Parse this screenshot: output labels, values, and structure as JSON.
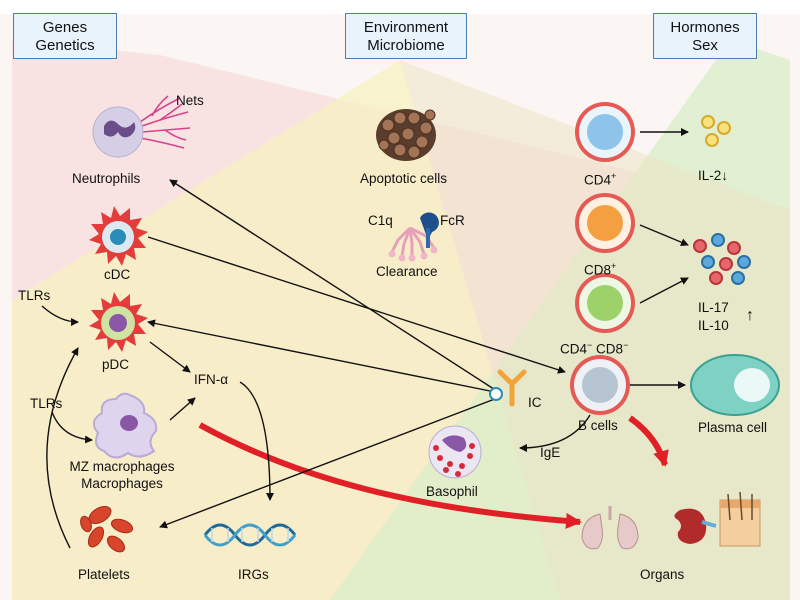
{
  "headers": {
    "genes": [
      "Genes",
      "Genetics"
    ],
    "environment": [
      "Environment",
      "Microbiome"
    ],
    "hormones": [
      "Hormones",
      "Sex"
    ]
  },
  "cells": {
    "nets": "Nets",
    "neutrophils": "Neutrophils",
    "cdc": "cDC",
    "tlrs_pdc": "TLRs",
    "pdc": "pDC",
    "ifn": "IFN-α",
    "tlrs_mz": "TLRs",
    "mz_macrophages": "MZ macrophages",
    "macrophages": "Macrophages",
    "platelets": "Platelets",
    "irgs": "IRGs",
    "apoptotic": "Apoptotic cells",
    "c1q": "C1q",
    "fcr": "FcR",
    "clearance": "Clearance",
    "ic": "IC",
    "ige": "IgE",
    "basophil": "Basophil",
    "cd4": "CD4",
    "cd4_sup": "+",
    "cd8": "CD8",
    "cd8_sup": "+",
    "cd4_dn": "CD4",
    "cd4_dn_sup": "−",
    "cd8_dn": "CD8",
    "cd8_dn_sup": "−",
    "bcells": "B cells",
    "il2": "IL-2",
    "il2_arrow": "↓",
    "il17": "IL-17",
    "il10": "IL-10",
    "up_arrow": "↑",
    "plasma": "Plasma cell",
    "organs": "Organs"
  },
  "colors": {
    "red_arrow": "#e01f26",
    "cd4": "#8ec4ea",
    "cd8": "#f4a040",
    "dn": "#9dd16a",
    "bcell": "#b7c5d3",
    "plasma": "#7fd1c4"
  }
}
